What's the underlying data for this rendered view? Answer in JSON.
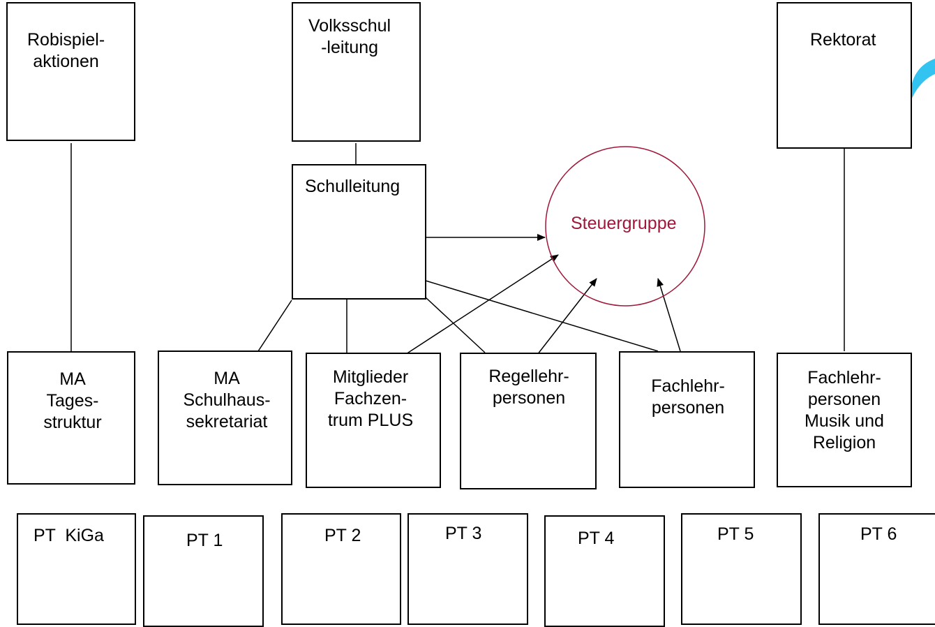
{
  "nodes": {
    "robispiel": "Robispiel-\naktionen",
    "volksschul": "Volksschul\n-leitung",
    "rektorat": "Rektorat",
    "schulleitung": "Schulleitung",
    "steuergruppe": "Steuergruppe",
    "ma_tages": "MA\nTages-\nstruktur",
    "ma_sekretariat": "MA\nSchulhaus-\nsekretariat",
    "mitglieder": "Mitglieder\nFachzen-\ntrum PLUS",
    "regellehr": "Regellehr-\npersonen",
    "fachlehr": "Fachlehr-\npersonen",
    "fachlehr_musik": "Fachlehr-\npersonen\nMusik und\nReligion",
    "pt_kiga": "PT  KiGa",
    "pt_1": "PT 1",
    "pt_2": "PT 2",
    "pt_3": "PT 3",
    "pt_4": "PT 4",
    "pt_5": "PT 5",
    "pt_6": "PT 6"
  },
  "colors": {
    "line": "#000000",
    "steuergruppe": "#a0173a",
    "accent_shape": "#33c3f0"
  }
}
